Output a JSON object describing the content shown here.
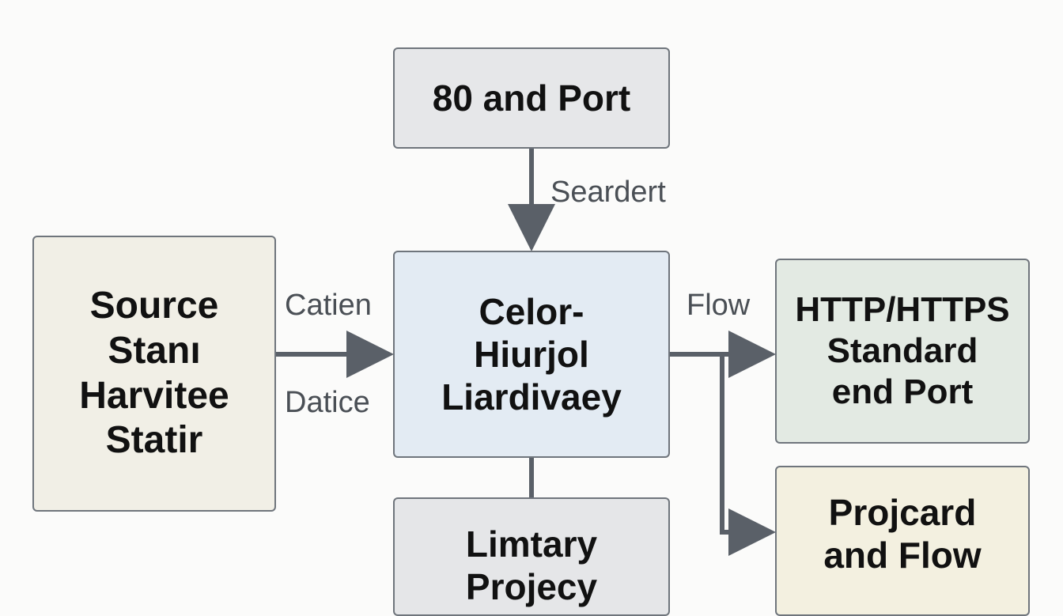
{
  "nodes": {
    "top": {
      "lines": [
        "80 and Port"
      ]
    },
    "source": {
      "lines": [
        "Source",
        "Stanı",
        "Harvitee",
        "Statir"
      ]
    },
    "center": {
      "lines": [
        "Celor-",
        "Hiurjol",
        "Liardivaey"
      ]
    },
    "http": {
      "lines": [
        "HTTP/HTTPS",
        "Standard",
        "end Port"
      ]
    },
    "projcard": {
      "lines": [
        "Projcard",
        "and Flow"
      ]
    },
    "limtary": {
      "lines": [
        "Limtary",
        "Projecy"
      ]
    }
  },
  "edge_labels": {
    "seardert": "Seardert",
    "catien": "Catien",
    "datice": "Datice",
    "flow": "Flow"
  },
  "colors": {
    "arrow": "#5a6068",
    "border": "#6f757c"
  }
}
